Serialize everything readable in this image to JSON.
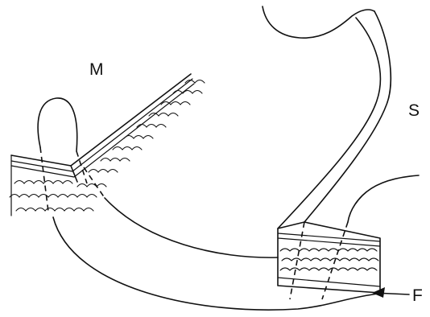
{
  "labels": {
    "m": "M",
    "s": "S",
    "f": "F"
  }
}
